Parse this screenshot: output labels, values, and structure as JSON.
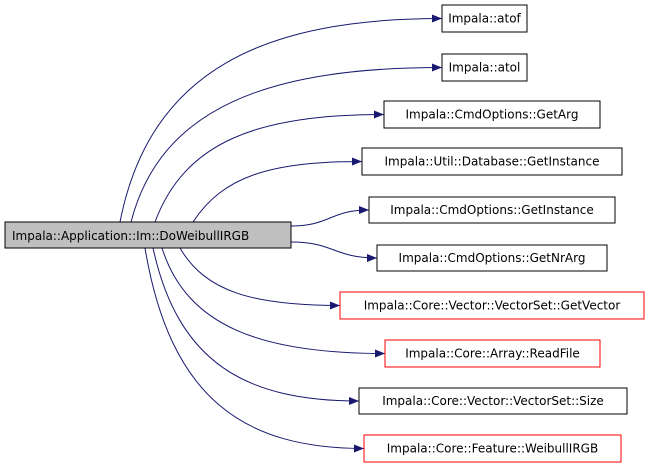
{
  "colors": {
    "edge": "#191970",
    "root_fill": "#bfbfbf",
    "node_fill": "#ffffff",
    "node_border": "#000000",
    "node_border_alt": "#ff0000"
  },
  "root": {
    "label": "Impala::Application::Im::DoWeibullIRGB"
  },
  "callees": [
    {
      "label": "Impala::atof",
      "border": "black"
    },
    {
      "label": "Impala::atol",
      "border": "black"
    },
    {
      "label": "Impala::CmdOptions::GetArg",
      "border": "black"
    },
    {
      "label": "Impala::Util::Database::GetInstance",
      "border": "black"
    },
    {
      "label": "Impala::CmdOptions::GetInstance",
      "border": "black"
    },
    {
      "label": "Impala::CmdOptions::GetNrArg",
      "border": "black"
    },
    {
      "label": "Impala::Core::Vector::VectorSet::GetVector",
      "border": "red"
    },
    {
      "label": "Impala::Core::Array::ReadFile",
      "border": "red"
    },
    {
      "label": "Impala::Core::Vector::VectorSet::Size",
      "border": "black"
    },
    {
      "label": "Impala::Core::Feature::WeibullIRGB",
      "border": "red"
    }
  ]
}
